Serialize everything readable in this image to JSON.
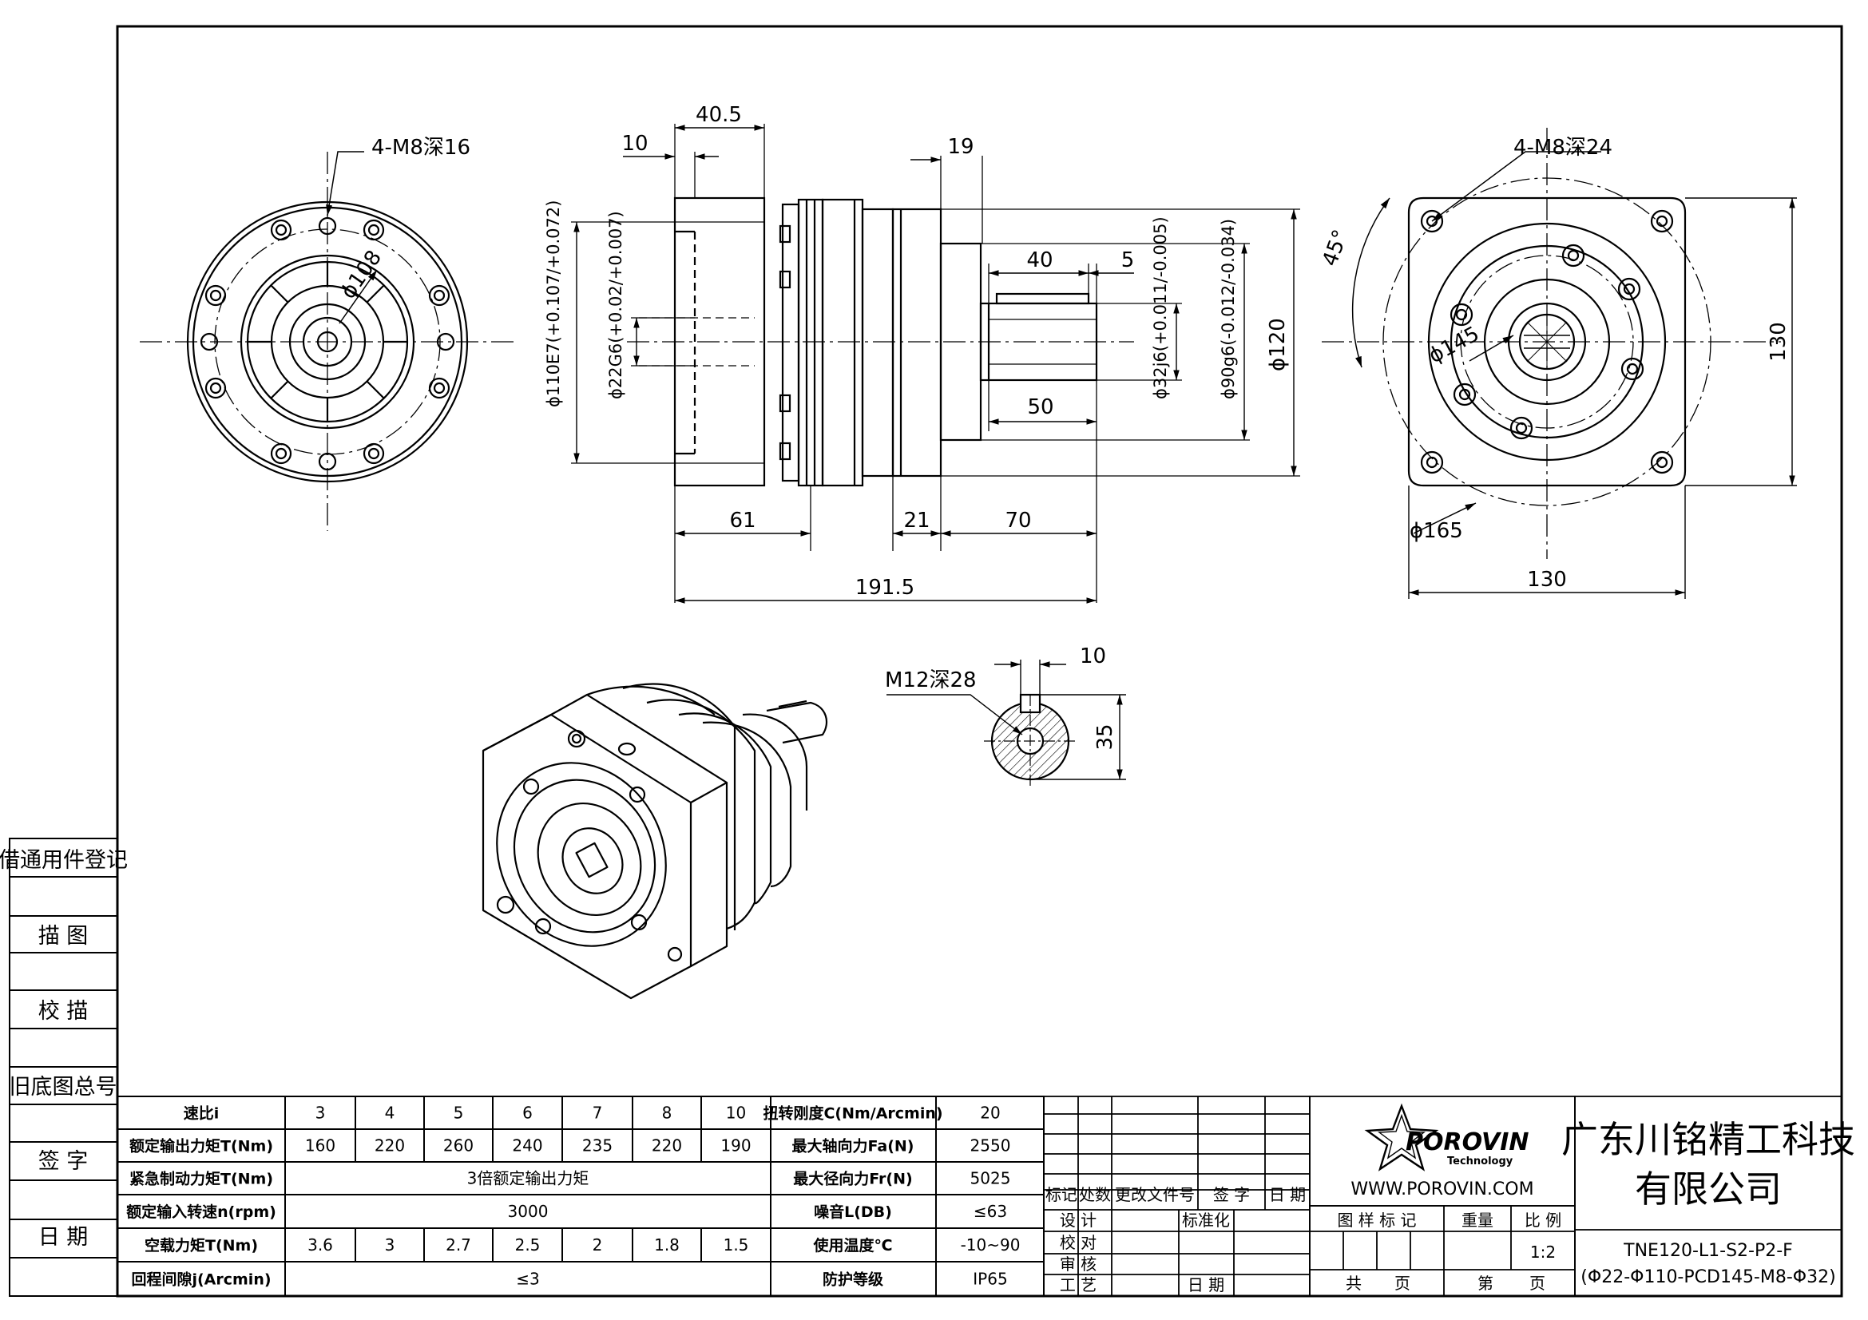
{
  "drawing": {
    "front_view": {
      "thread_note": "4-M8深16",
      "pcd": "ϕ108"
    },
    "side_view": {
      "dims_top": {
        "d40_5": "40.5",
        "d10": "10",
        "d19": "19",
        "d40": "40",
        "d5": "5"
      },
      "dims_bottom": {
        "d61": "61",
        "d21": "21",
        "d70": "70",
        "d191_5": "191.5",
        "d50": "50"
      },
      "diameters": {
        "bore_110": "ϕ110E7(+0.107/+0.072)",
        "bore_22": "ϕ22G6(+0.02/+0.007)",
        "shaft_32": "ϕ32j6(+0.011/-0.005)",
        "pilot_90": "ϕ90g6(-0.012/-0.034)",
        "outer_120": "ϕ120"
      }
    },
    "flange_view": {
      "thread_note": "4-M8深24",
      "angle": "45°",
      "pcd": "ϕ145",
      "diag": "ϕ165",
      "width": "130",
      "height": "130"
    },
    "shaft_section": {
      "thread": "M12深28",
      "key_w": "10",
      "key_h": "35"
    }
  },
  "left_column": [
    "借通用件登记",
    "描 图",
    "校 描",
    "旧底图总号",
    "签 字",
    "日 期"
  ],
  "spec_table": {
    "rows": [
      {
        "label": "速比i",
        "values": [
          "3",
          "4",
          "5",
          "6",
          "7",
          "8",
          "10"
        ],
        "label2": "扭转刚度C(Nm/Arcmin)",
        "value2": "20"
      },
      {
        "label": "额定输出力矩T(Nm)",
        "values": [
          "160",
          "220",
          "260",
          "240",
          "235",
          "220",
          "190"
        ],
        "label2": "最大轴向力Fa(N)",
        "value2": "2550"
      },
      {
        "label": "紧急制动力矩T(Nm)",
        "span": "3倍额定输出力矩",
        "label2": "最大径向力Fr(N)",
        "value2": "5025"
      },
      {
        "label": "额定输入转速n(rpm)",
        "span": "3000",
        "label2": "噪音L(DB)",
        "value2": "≤63"
      },
      {
        "label": "空载力矩T(Nm)",
        "values": [
          "3.6",
          "3",
          "2.7",
          "2.5",
          "2",
          "1.8",
          "1.5"
        ],
        "label2": "使用温度℃",
        "value2": "-10~90"
      },
      {
        "label": "回程间隙j(Arcmin)",
        "span": "≤3",
        "label2": "防护等级",
        "value2": "IP65"
      }
    ]
  },
  "revision_block": {
    "headers": [
      "标记",
      "处数",
      "更改文件号",
      "签 字",
      "日 期"
    ],
    "rows": [
      "设 计",
      "校 对",
      "审 核",
      "工 艺"
    ],
    "std": "标准化",
    "date": "日 期"
  },
  "logo": {
    "brand": "POROVIN",
    "sub": "Technology",
    "url": "WWW.POROVIN.COM"
  },
  "info_block": {
    "headers": [
      "图 样 标 记",
      "重量",
      "比 例"
    ],
    "scale": "1:2",
    "sheets": [
      "共",
      "页",
      "第",
      "页"
    ]
  },
  "company": {
    "line1": "广东川铭精工科技",
    "line2": "有限公司"
  },
  "part_no": {
    "line1": "TNE120-L1-S2-P2-F",
    "line2": "(Φ22-Φ110-PCD145-M8-Φ32)"
  }
}
